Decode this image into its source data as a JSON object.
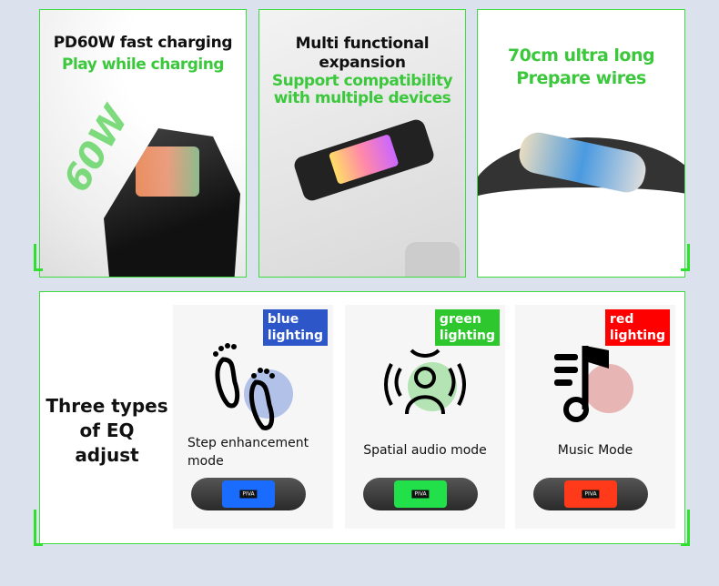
{
  "panels": [
    {
      "title": "PD60W fast charging",
      "subtitle": "Play while charging",
      "overlay": "60W"
    },
    {
      "title_line1": "Multi functional",
      "title_line2": "expansion",
      "subtitle_line1": "Support compatibility",
      "subtitle_line2": "with multiple devices"
    },
    {
      "subtitle_line1": "70cm ultra long",
      "subtitle_line2": "Prepare wires"
    }
  ],
  "eq": {
    "heading_line1": "Three types",
    "heading_line2": "of EQ adjust",
    "modes": [
      {
        "badge_line1": "blue",
        "badge_line2": "lighting",
        "label_line1": "Step enhancement",
        "label_line2": "mode",
        "color": "#2d57c8",
        "glow": "#1a6cff",
        "icon": "footprints-icon"
      },
      {
        "badge_line1": "green",
        "badge_line2": "lighting",
        "label_line1": "Spatial audio mode",
        "color": "#2ec82e",
        "glow": "#22e04a",
        "icon": "spatial-audio-person-icon"
      },
      {
        "badge_line1": "red",
        "badge_line2": "lighting",
        "label_line1": "Music Mode",
        "color": "#ff0000",
        "glow": "#ff3a1a",
        "icon": "music-note-icon"
      }
    ],
    "device_logo": "PIVA"
  }
}
